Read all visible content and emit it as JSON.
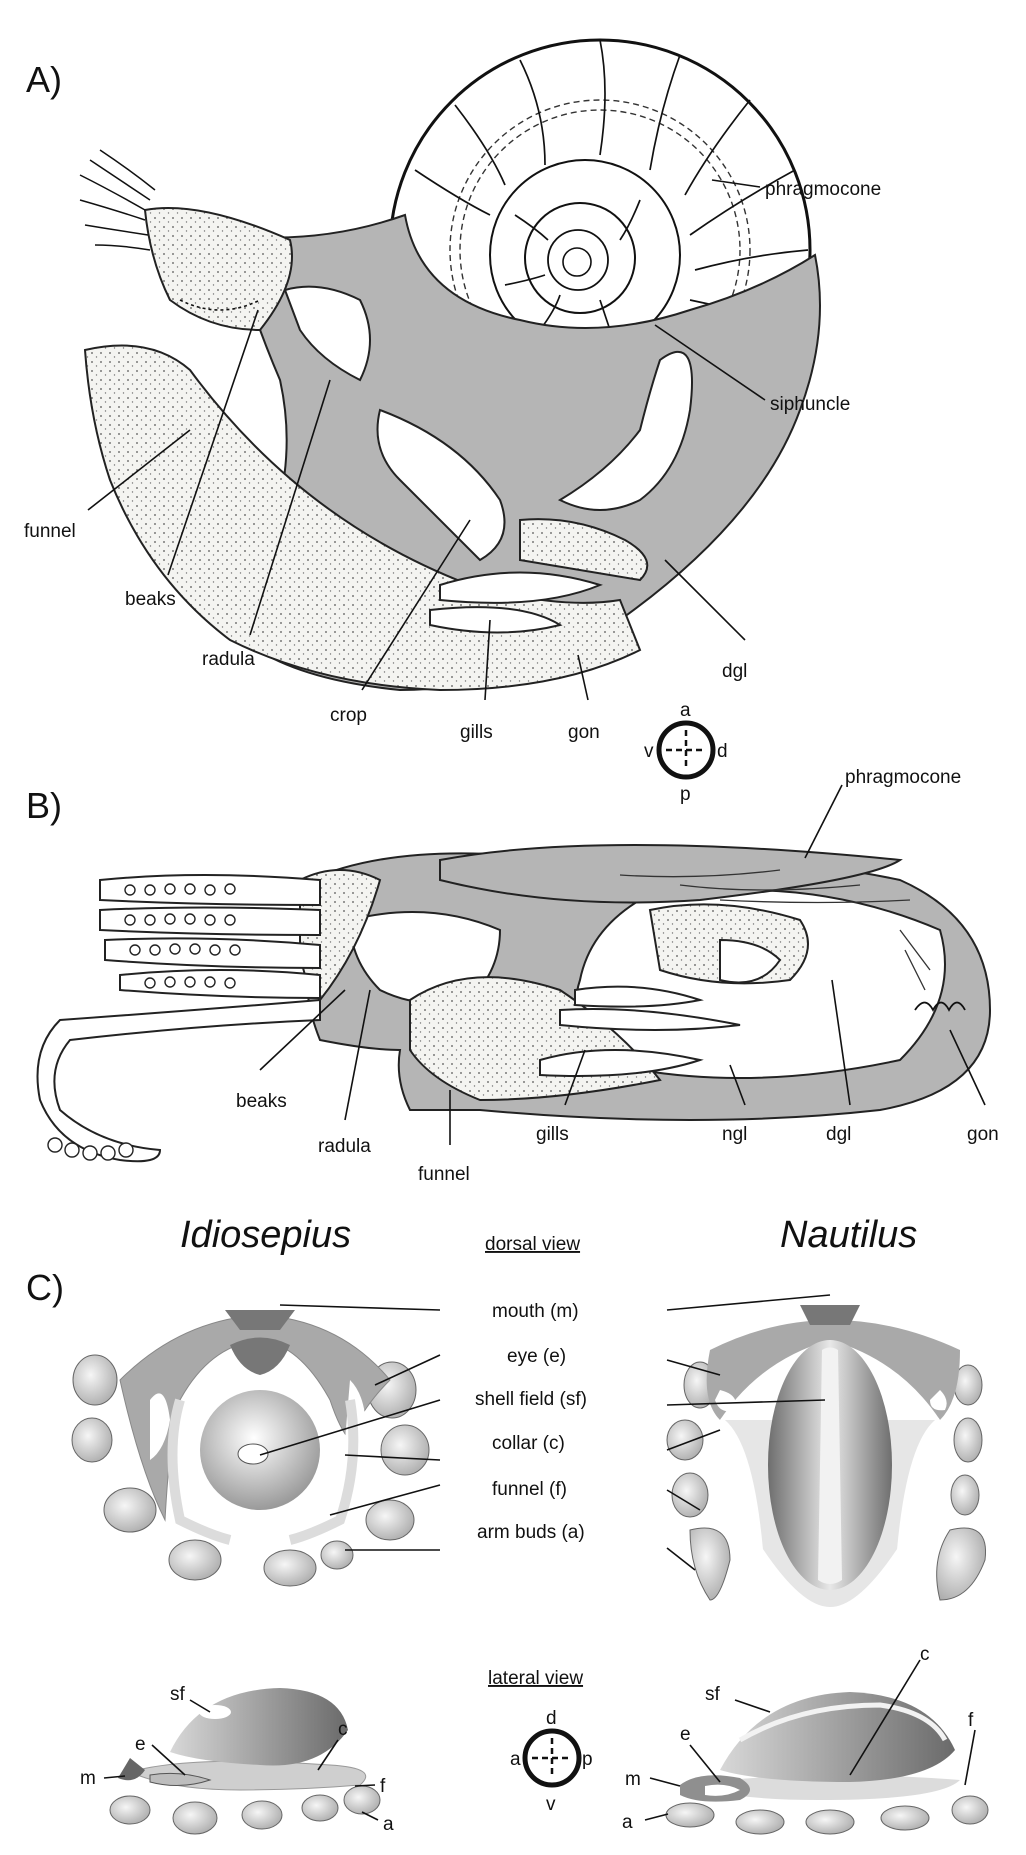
{
  "panels": {
    "a": {
      "label": "A)",
      "annotations": {
        "phragmocone": "phragmocone",
        "siphuncle": "siphuncle",
        "funnel": "funnel",
        "beaks": "beaks",
        "radula": "radula",
        "crop": "crop",
        "gills": "gills",
        "gon": "gon",
        "dgl": "dgl"
      },
      "compass": {
        "top": "a",
        "bottom": "p",
        "left": "v",
        "right": "d"
      }
    },
    "b": {
      "label": "B)",
      "annotations": {
        "phragmocone": "phragmocone",
        "beaks": "beaks",
        "radula": "radula",
        "funnel": "funnel",
        "gills": "gills",
        "ngl": "ngl",
        "dgl": "dgl",
        "gon": "gon"
      }
    },
    "c": {
      "label": "C)",
      "left_title": "Idiosepius",
      "right_title": "Nautilus",
      "dorsal_view": "dorsal view",
      "lateral_view": "lateral view",
      "dorsal_labels": [
        "mouth (m)",
        "eye (e)",
        "shell field (sf)",
        "collar (c)",
        "funnel (f)",
        "arm buds (a)"
      ],
      "lateral_left": {
        "sf": "sf",
        "c": "c",
        "e": "e",
        "m": "m",
        "f": "f",
        "a": "a"
      },
      "lateral_right": {
        "sf": "sf",
        "c": "c",
        "e": "e",
        "m": "m",
        "f": "f",
        "a": "a"
      },
      "compass": {
        "top": "d",
        "bottom": "v",
        "left": "a",
        "right": "p"
      }
    }
  },
  "colors": {
    "organ_gray": "#b5b5b5",
    "stipple": "#f1f1ee",
    "ink": "#111111"
  }
}
